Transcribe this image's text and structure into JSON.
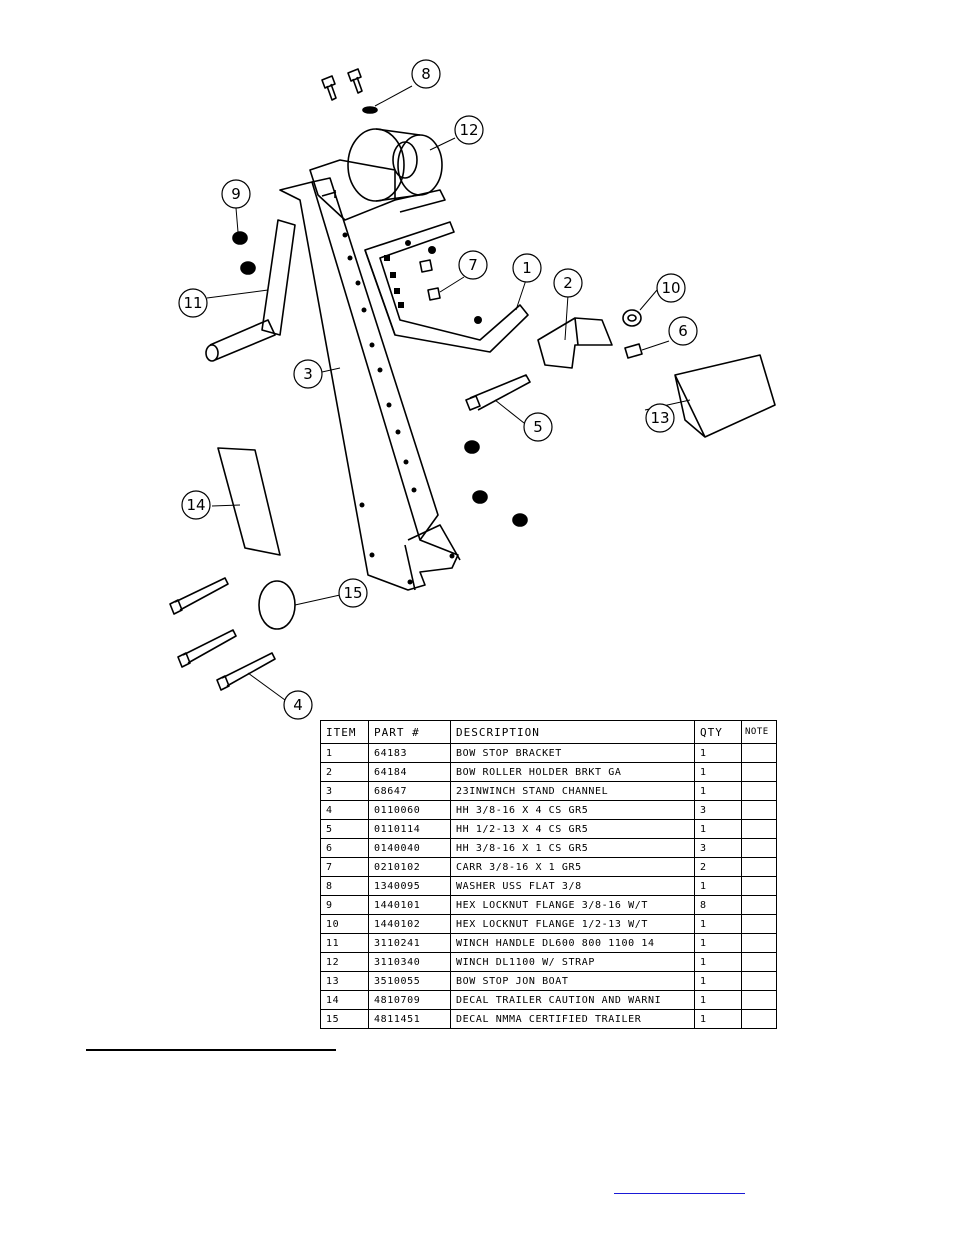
{
  "callouts": [
    "1",
    "2",
    "3",
    "4",
    "5",
    "6",
    "7",
    "8",
    "9",
    "10",
    "11",
    "12",
    "13",
    "14",
    "15"
  ],
  "table": {
    "headers": {
      "item": "ITEM",
      "part": "PART #",
      "description": "DESCRIPTION",
      "qty": "QTY",
      "note": "NOTE"
    },
    "rows": [
      {
        "item": "1",
        "part": "64183",
        "description": "BOW STOP BRACKET",
        "qty": "1",
        "note": ""
      },
      {
        "item": "2",
        "part": "64184",
        "description": "BOW ROLLER HOLDER BRKT GA",
        "qty": "1",
        "note": ""
      },
      {
        "item": "3",
        "part": "68647",
        "description": "23INWINCH STAND CHANNEL",
        "qty": "1",
        "note": ""
      },
      {
        "item": "4",
        "part": "0110060",
        "description": "HH 3/8-16 X 4 CS GR5",
        "qty": "3",
        "note": ""
      },
      {
        "item": "5",
        "part": "0110114",
        "description": "HH 1/2-13 X 4 CS GR5",
        "qty": "1",
        "note": ""
      },
      {
        "item": "6",
        "part": "0140040",
        "description": "HH 3/8-16 X 1 CS GR5",
        "qty": "3",
        "note": ""
      },
      {
        "item": "7",
        "part": "0210102",
        "description": "CARR 3/8-16 X 1 GR5",
        "qty": "2",
        "note": ""
      },
      {
        "item": "8",
        "part": "1340095",
        "description": "WASHER USS FLAT 3/8",
        "qty": "1",
        "note": ""
      },
      {
        "item": "9",
        "part": "1440101",
        "description": "HEX LOCKNUT FLANGE 3/8-16 W/T",
        "qty": "8",
        "note": ""
      },
      {
        "item": "10",
        "part": "1440102",
        "description": "HEX LOCKNUT FLANGE 1/2-13 W/T",
        "qty": "1",
        "note": ""
      },
      {
        "item": "11",
        "part": "3110241",
        "description": "WINCH HANDLE   DL600 800 1100 14",
        "qty": "1",
        "note": ""
      },
      {
        "item": "12",
        "part": "3110340",
        "description": "WINCH DL1100 W/ STRAP",
        "qty": "1",
        "note": ""
      },
      {
        "item": "13",
        "part": "3510055",
        "description": "BOW STOP   JON BOAT",
        "qty": "1",
        "note": ""
      },
      {
        "item": "14",
        "part": "4810709",
        "description": "DECAL TRAILER CAUTION AND WARNI",
        "qty": "1",
        "note": ""
      },
      {
        "item": "15",
        "part": "4811451",
        "description": "DECAL NMMA CERTIFIED TRAILER",
        "qty": "1",
        "note": ""
      }
    ]
  }
}
